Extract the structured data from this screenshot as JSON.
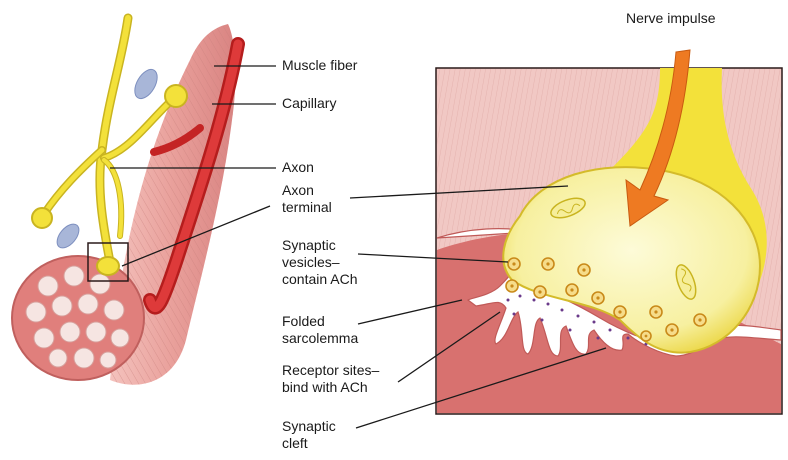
{
  "labels": {
    "muscle_fiber": "Muscle fiber",
    "capillary": "Capillary",
    "axon": "Axon",
    "axon_terminal": [
      "Axon",
      "terminal"
    ],
    "synaptic_vesicles": [
      "Synaptic",
      "vesicles–",
      "contain ACh"
    ],
    "folded_sarcolemma": [
      "Folded",
      "sarcolemma"
    ],
    "receptor_sites": [
      "Receptor sites–",
      "bind with ACh"
    ],
    "synaptic_cleft": [
      "Synaptic",
      "cleft"
    ],
    "nerve_impulse": "Nerve impulse"
  },
  "colors": {
    "muscle": "#e38d8a",
    "muscle_dark": "#c96f6e",
    "capillary": "#d22a2a",
    "axon": "#f3e13a",
    "terminal_fill": "#faf6b4",
    "arrow": "#ee7a22",
    "cleft": "#ffffff",
    "vesicle": "#e2a52a"
  }
}
